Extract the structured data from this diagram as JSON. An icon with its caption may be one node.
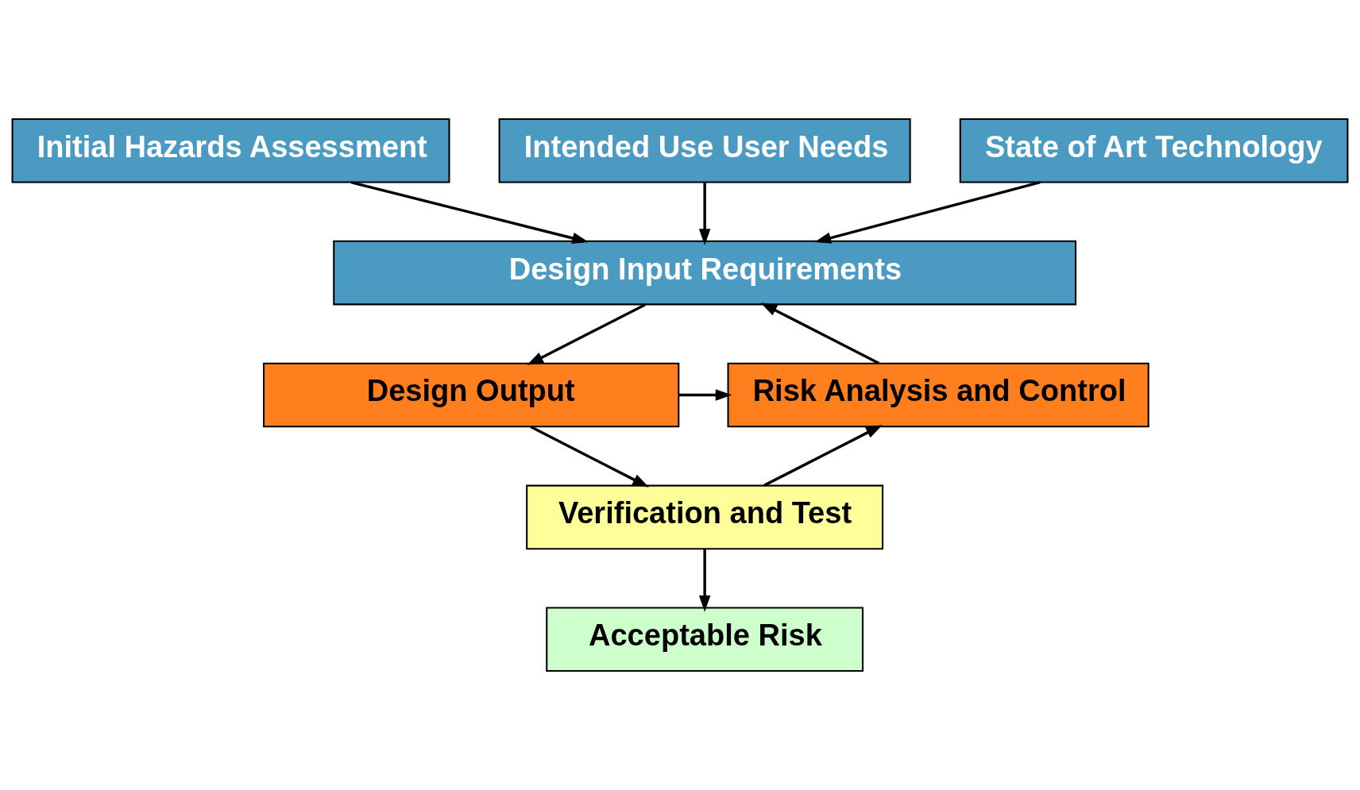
{
  "diagram": {
    "nodes": [
      {
        "text": [
          "Initial Hazards Assessment"
        ]
      },
      {
        "text": [
          "Intended Use User Needs"
        ]
      },
      {
        "text": [
          "State of Art Technology"
        ]
      },
      {
        "text": [
          "Design Input Requirements"
        ]
      },
      {
        "text": [
          "Risk Analysis and Control"
        ]
      },
      {
        "text": [
          "Design Output"
        ]
      },
      {
        "text": [
          "Verification and Test"
        ]
      },
      {
        "text": [
          "Acceptable Risk"
        ]
      }
    ],
    "edges": [
      {
        "from": 0,
        "to": 3,
        "arrow": "to"
      },
      {
        "from": 1,
        "to": 3,
        "arrow": "to"
      },
      {
        "from": 2,
        "to": 3,
        "arrow": "to"
      },
      {
        "from": 4,
        "to": 3,
        "arrow": "to"
      },
      {
        "from": 3,
        "to": 5,
        "arrow": "to"
      },
      {
        "from": 5,
        "to": 4,
        "arrow": "to"
      },
      {
        "from": 5,
        "to": 6,
        "arrow": "to"
      },
      {
        "from": 6,
        "to": 4,
        "arrow": "to"
      },
      {
        "from": 6,
        "to": 7,
        "arrow": "to"
      }
    ]
  }
}
